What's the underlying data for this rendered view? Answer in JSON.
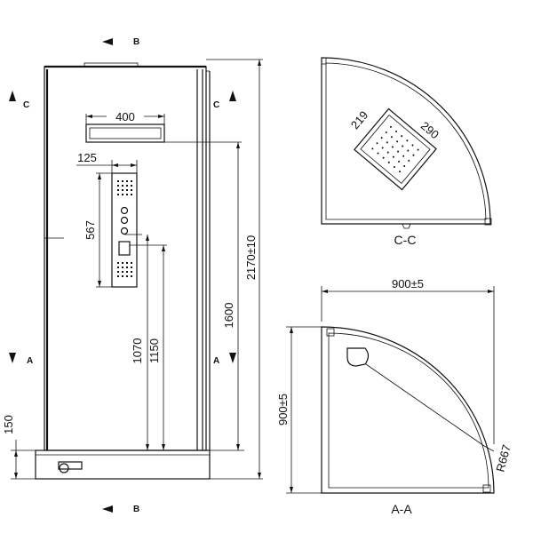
{
  "front_view": {
    "dim_400": "400",
    "dim_125": "125",
    "dim_567": "567",
    "dim_1070": "1070",
    "dim_1150": "1150",
    "dim_1600": "1600",
    "dim_2170": "2170±10",
    "dim_150": "150",
    "marker_b_top": "B",
    "marker_b_bottom": "B",
    "marker_c_left": "C",
    "marker_c_right": "C",
    "marker_a_left": "A",
    "marker_a_right": "A"
  },
  "section_cc": {
    "dim_219": "219",
    "dim_290": "290",
    "label": "C-C"
  },
  "section_aa": {
    "dim_width": "900±5",
    "dim_depth": "900±5",
    "dim_radius": "R667",
    "label": "A-A"
  },
  "colors": {
    "line": "#111111",
    "background": "#ffffff"
  }
}
